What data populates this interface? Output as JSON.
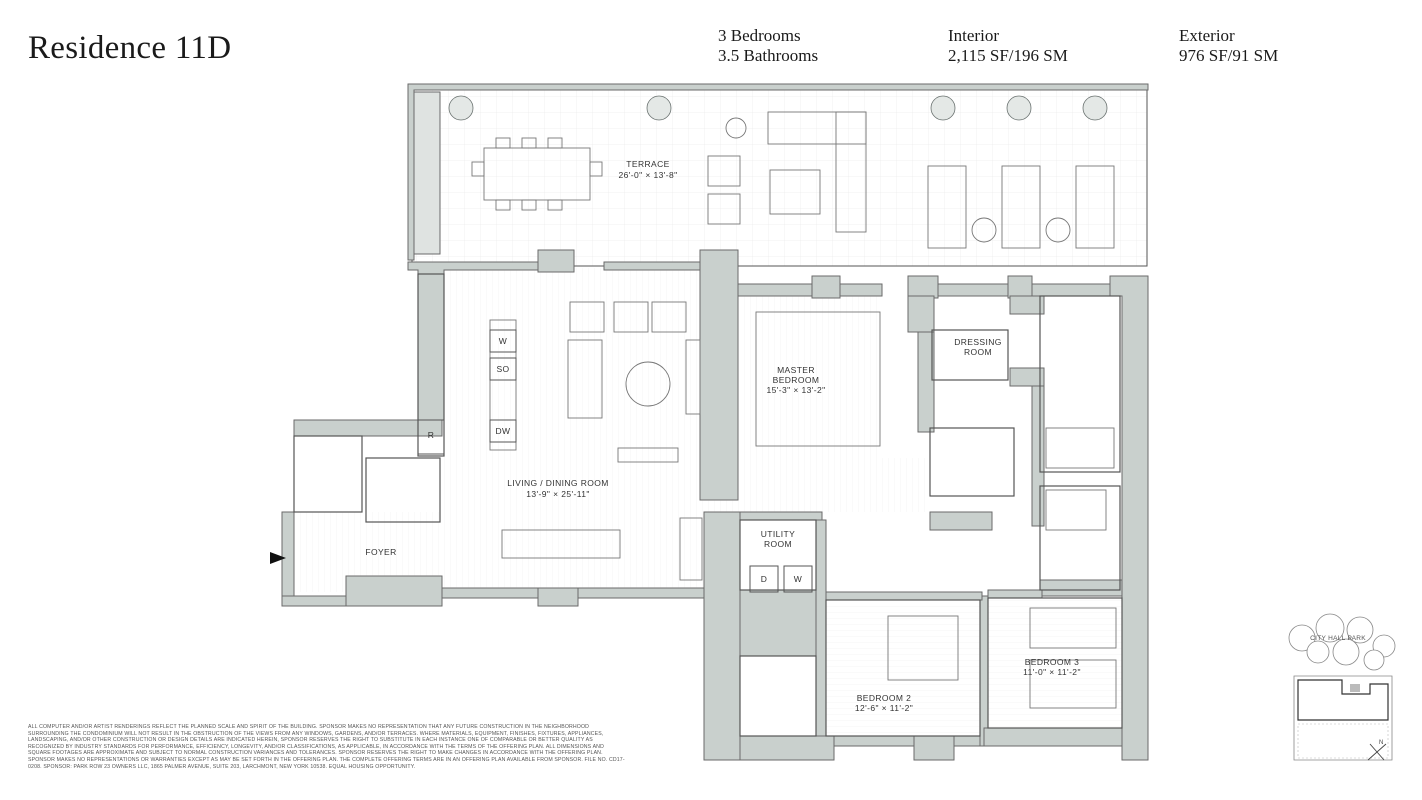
{
  "header": {
    "title": "Residence 11D",
    "bedrooms": "3 Bedrooms",
    "bathrooms": "3.5 Bathrooms",
    "interior_label": "Interior",
    "interior_area": "2,115 SF/196 SM",
    "exterior_label": "Exterior",
    "exterior_area": "976 SF/91 SM"
  },
  "rooms": {
    "terrace": {
      "name": "TERRACE",
      "dims": "26'-0\" × 13'-8\""
    },
    "living": {
      "name": "LIVING / DINING ROOM",
      "dims": "13'-9\" × 25'-11\""
    },
    "master": {
      "name1": "MASTER",
      "name2": "BEDROOM",
      "dims": "15'-3\" × 13'-2\""
    },
    "dressing": {
      "name1": "DRESSING",
      "name2": "ROOM"
    },
    "foyer": {
      "name": "FOYER"
    },
    "utility": {
      "name1": "UTILITY",
      "name2": "ROOM"
    },
    "bedroom2": {
      "name": "BEDROOM 2",
      "dims": "12'-6\" × 11'-2\""
    },
    "bedroom3": {
      "name": "BEDROOM 3",
      "dims": "11'-0\" × 11'-2\""
    }
  },
  "appliances": {
    "washer": "W",
    "oven": "SO",
    "dishwasher": "DW",
    "refrigerator": "R",
    "dryer": "D",
    "washer2": "W"
  },
  "keyplan": {
    "park_label": "CITY HALL PARK",
    "north": "N"
  },
  "disclaimer": "All computer and/or artist renderings reflect the planned scale and spirit of the building. Sponsor makes no representation that any future construction in the neighborhood surrounding the condominium will not result in the obstruction of the views from any windows, gardens, and/or terraces. Where materials, equipment, finishes, fixtures, appliances, landscaping, and/or other construction or design details are indicated herein, Sponsor reserves the right to substitute in each instance one of comparable or better quality as recognized by industry standards for performance, efficiency, longevity, and/or classifications, as applicable, in accordance with the terms of the offering plan. All dimensions and square footages are approximate and subject to normal construction variances and tolerances. Sponsor reserves the right to make changes in accordance with the offering plan. Sponsor makes no representations or warranties except as may be set forth in the offering plan. The complete offering terms are in an offering plan available from Sponsor. File No. CD17-0208. Sponsor: Park Row 23 Owners LLC, 1865 Palmer Avenue, Suite 203, Larchmont, New York 10538. Equal Housing Opportunity."
}
